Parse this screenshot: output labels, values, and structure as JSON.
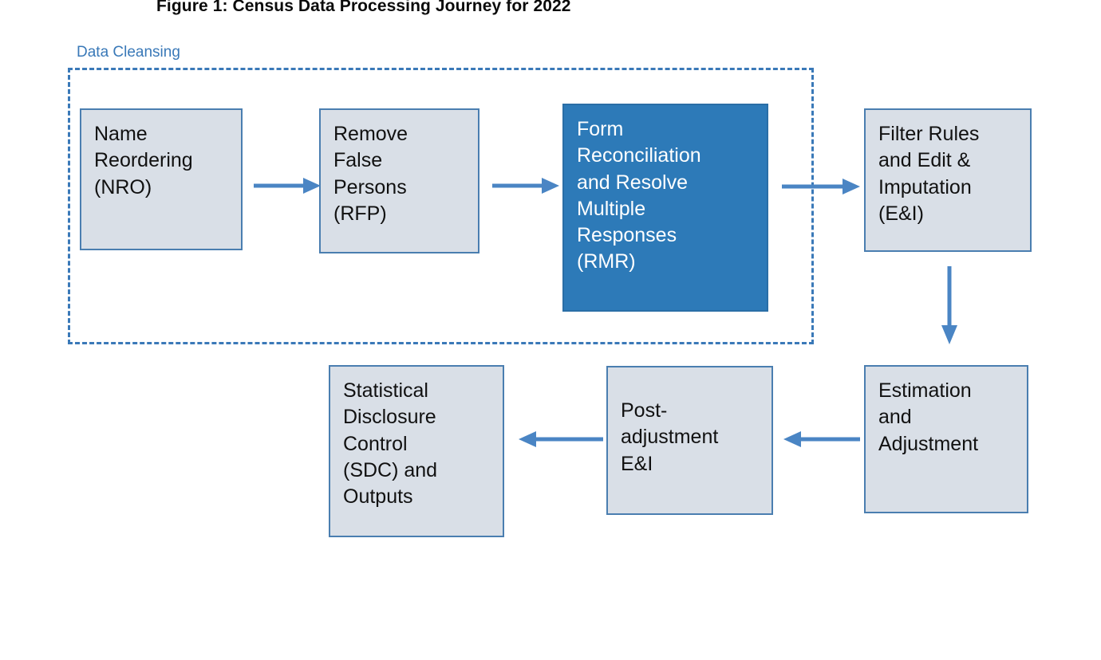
{
  "figure": {
    "title": "Figure 1: Census Data Processing Journey for 2022",
    "group_label": "Data Cleansing"
  },
  "colors": {
    "accent_blue": "#3a79b8",
    "node_fill": "#d9dfe7",
    "node_border": "#4a7eb0",
    "highlight_fill": "#2d7ab8",
    "highlight_text": "#ffffff",
    "title_text": "#0b0b0b"
  },
  "chart_data": {
    "type": "diagram",
    "title": "Figure 1: Census Data Processing Journey for 2022",
    "groups": [
      {
        "label": "Data Cleansing",
        "style": "dashed-border",
        "members": [
          "nro",
          "rfp",
          "rmr"
        ]
      }
    ],
    "nodes": [
      {
        "id": "nro",
        "label": "Name\nReordering\n(NRO)",
        "highlighted": false
      },
      {
        "id": "rfp",
        "label": "Remove\nFalse\nPersons\n(RFP)",
        "highlighted": false
      },
      {
        "id": "rmr",
        "label": "Form\nReconciliation\nand Resolve\nMultiple\nResponses\n(RMR)",
        "highlighted": true
      },
      {
        "id": "filter",
        "label": "Filter Rules\nand Edit &\nImputation\n(E&I)",
        "highlighted": false
      },
      {
        "id": "estimation",
        "label": "Estimation\nand\nAdjustment",
        "highlighted": false
      },
      {
        "id": "postadj",
        "label": "Post-\nadjustment\nE&I",
        "highlighted": false
      },
      {
        "id": "sdc",
        "label": "Statistical\nDisclosure\nControl\n(SDC) and\nOutputs",
        "highlighted": false
      }
    ],
    "edges": [
      {
        "from": "nro",
        "to": "rfp",
        "direction": "right"
      },
      {
        "from": "rfp",
        "to": "rmr",
        "direction": "right"
      },
      {
        "from": "rmr",
        "to": "filter",
        "direction": "right"
      },
      {
        "from": "filter",
        "to": "estimation",
        "direction": "down"
      },
      {
        "from": "estimation",
        "to": "postadj",
        "direction": "left"
      },
      {
        "from": "postadj",
        "to": "sdc",
        "direction": "left"
      }
    ]
  }
}
